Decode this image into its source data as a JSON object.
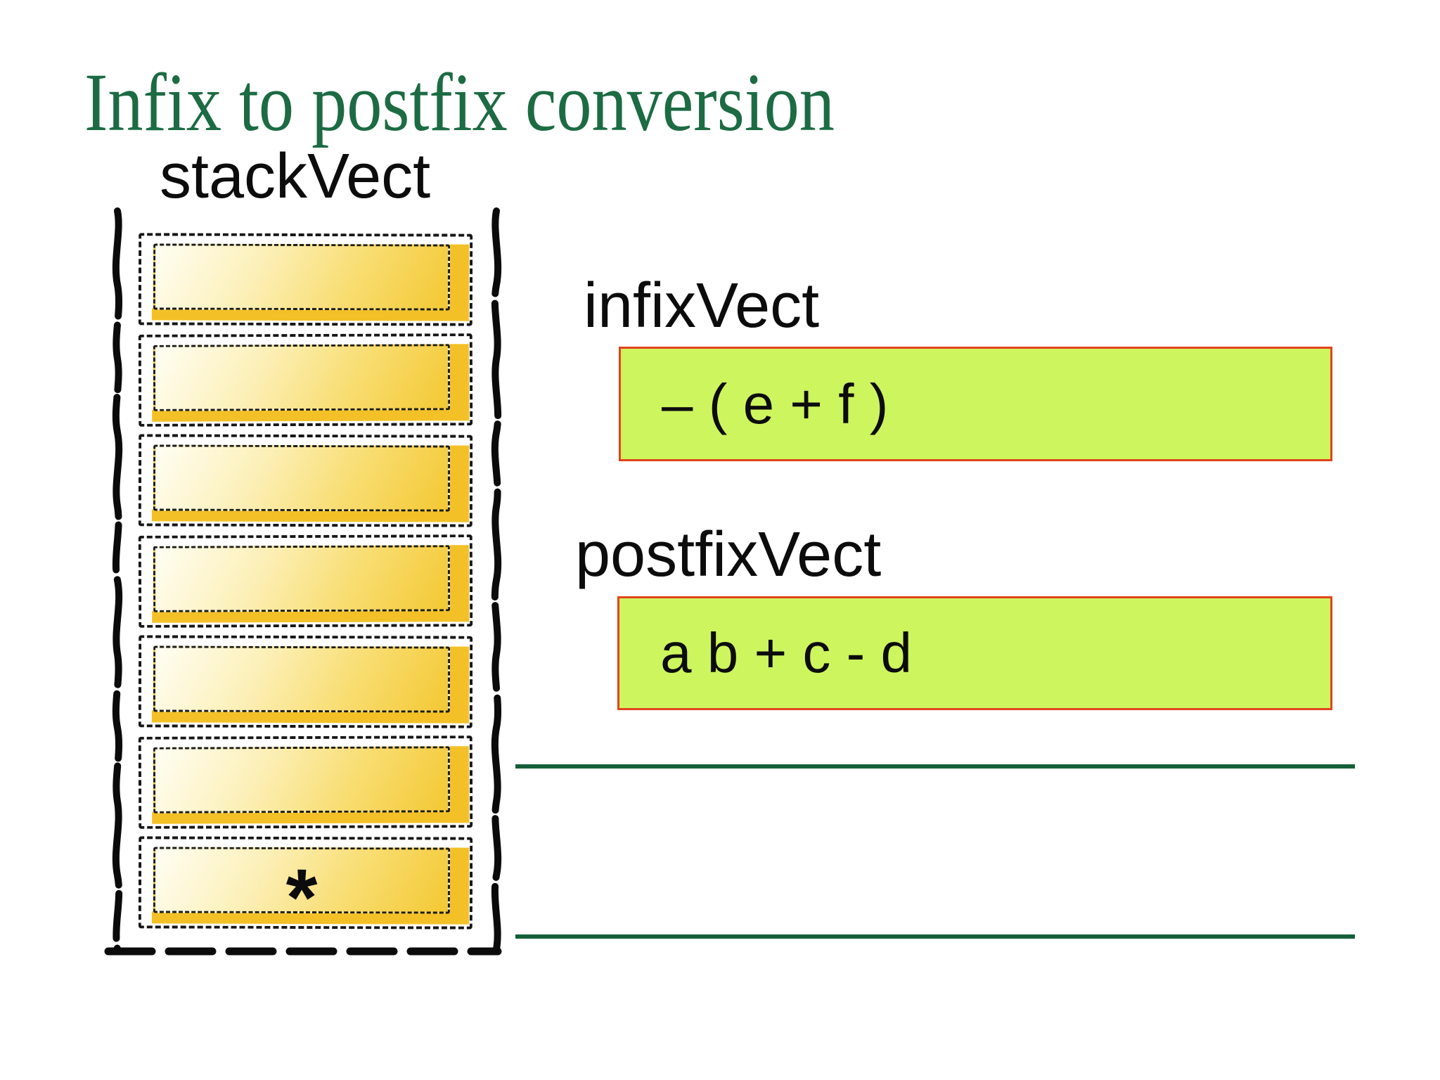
{
  "slide": {
    "title": "Infix to postfix conversion",
    "stack": {
      "label": "stackVect",
      "cells": [
        "",
        "",
        "",
        "",
        "",
        "",
        "*"
      ]
    },
    "infix": {
      "label": "infixVect",
      "value": "– ( e + f )"
    },
    "postfix": {
      "label": "postfixVect",
      "value": "a b + c - d"
    },
    "colors": {
      "title_green": "#1c6b43",
      "divider_green": "#145f38",
      "vector_fill": "#cdf55e",
      "vector_border": "#e0431d",
      "cell_gold": "#f3c127",
      "ink_black": "#0c0c0c"
    }
  }
}
